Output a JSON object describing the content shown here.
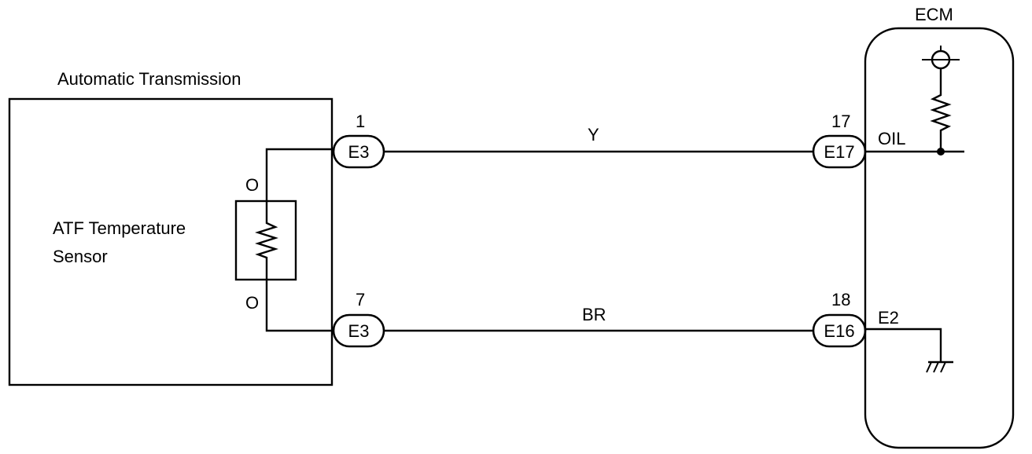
{
  "transmission": {
    "title": "Automatic Transmission",
    "sensor_line1": "ATF Temperature",
    "sensor_line2": "Sensor",
    "wire_color_top": "O",
    "wire_color_bottom": "O"
  },
  "ecm": {
    "title": "ECM",
    "terminal_oil": "OIL",
    "terminal_e2": "E2"
  },
  "circuits": {
    "top": {
      "left_pin": "1",
      "left_connector": "E3",
      "wire_color": "Y",
      "right_pin": "17",
      "right_connector": "E17"
    },
    "bottom": {
      "left_pin": "7",
      "left_connector": "E3",
      "wire_color": "BR",
      "right_pin": "18",
      "right_connector": "E16"
    }
  }
}
